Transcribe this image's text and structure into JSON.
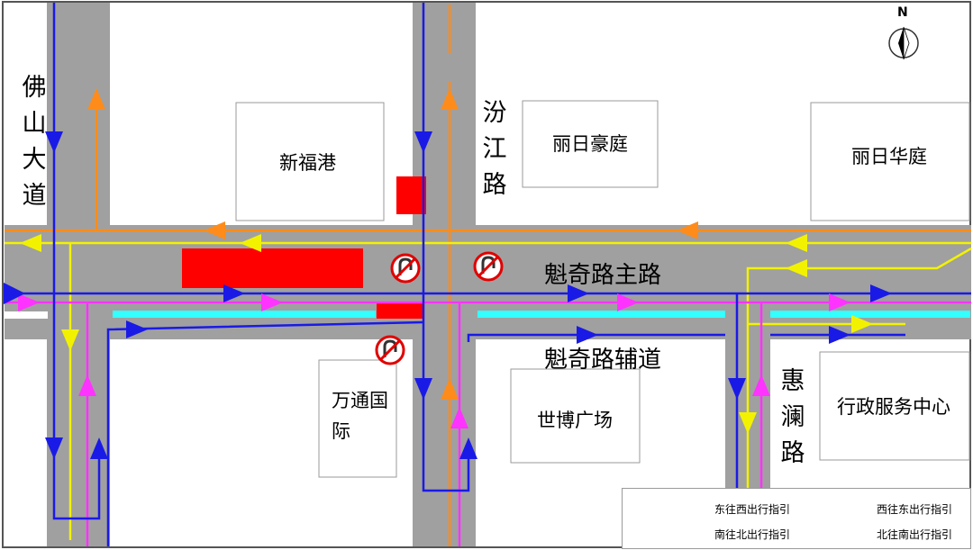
{
  "roads": {
    "foshan": "佛山大道",
    "fenjiang": "汾江路",
    "huilan": "惠澜路",
    "kuiqi_main": "魁奇路主路",
    "kuiqi_aux": "魁奇路辅道"
  },
  "buildings": {
    "xinfugang": "新福港",
    "lirihaoting": "丽日豪庭",
    "lirihuating": "丽日华庭",
    "wantongguoji": "万通国际",
    "shibo": "世博广场",
    "xingzheng": "行政服务中心"
  },
  "compass": {
    "label": "N"
  },
  "legend": {
    "east_to_west": "东往西出行指引",
    "west_to_east": "西往东出行指引",
    "south_to_north": "南往北出行指引",
    "north_to_south": "北往南出行指引"
  },
  "colors": {
    "road": "#a0a0a0",
    "yellow_route": "#f2f200",
    "magenta_route": "#ff33ff",
    "orange_route": "#ff8c1a",
    "blue_route": "#1a1ae6",
    "cyan_divider": "#33ffff",
    "closure_red": "#ff0000"
  }
}
